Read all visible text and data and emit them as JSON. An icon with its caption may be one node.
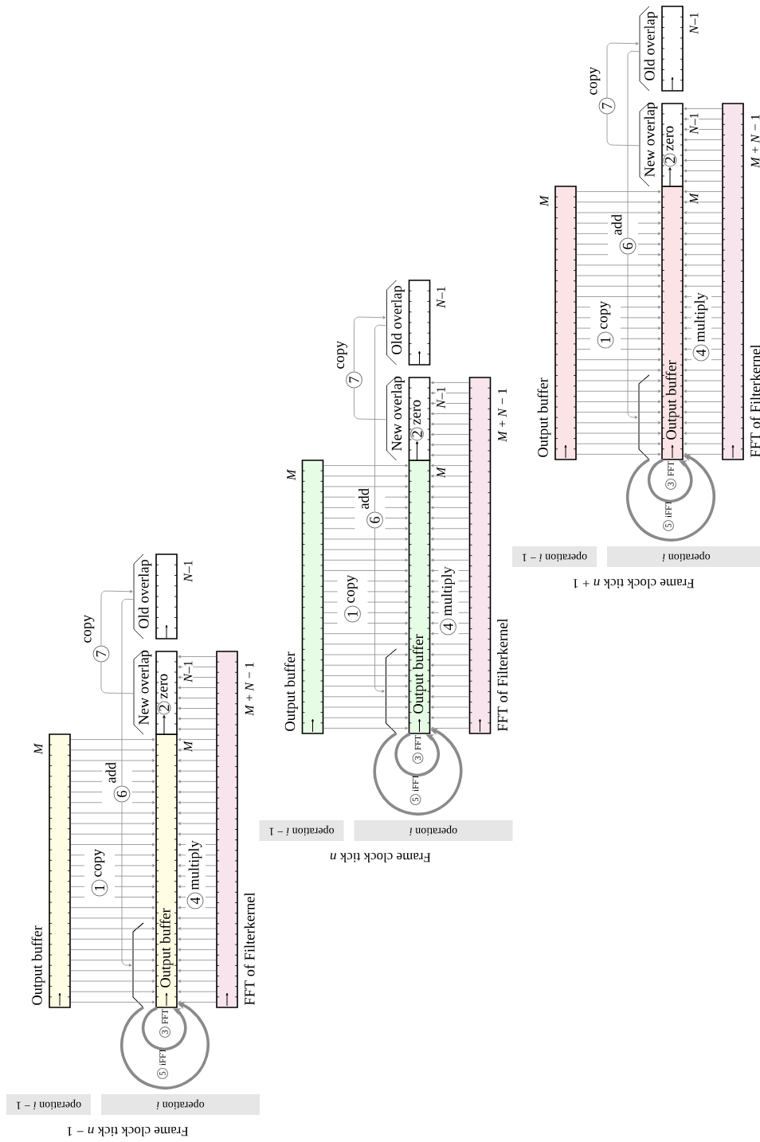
{
  "diagram": {
    "nodes": [
      {
        "text": [
          "Output buffer"
        ],
        "beside": [
          "*M*"
        ]
      },
      {
        "text": [
          "Output buffer"
        ],
        "beside": [
          "*M*"
        ]
      },
      {
        "text": [
          "New overlap"
        ],
        "beside": [
          "*N*–1"
        ]
      },
      {
        "text": [
          "Old overlap"
        ],
        "beside": [
          "*N*–1"
        ]
      },
      {
        "text": [
          "FFT of Filterkernel"
        ],
        "beside": [
          "*M* + *N* − 1"
        ]
      },
      {
        "text": [
          "1"
        ],
        "beside": [
          "copy"
        ]
      },
      {
        "text": [
          "2"
        ],
        "beside": [
          "zero"
        ],
        "in": 2
      },
      {
        "text": [
          "3"
        ],
        "beside": [
          "FFT"
        ]
      },
      {
        "text": [
          "4"
        ],
        "beside": [
          "multiply"
        ]
      },
      {
        "text": [
          "5"
        ],
        "beside": [
          "iFFT"
        ]
      },
      {
        "text": [
          "6"
        ],
        "beside": [
          "add"
        ]
      },
      {
        "text": [
          "7"
        ],
        "beside": [
          "copy"
        ]
      },
      {
        "text": [
          "operation *i* − 1"
        ]
      },
      {
        "text": [
          "operation *i*"
        ]
      },
      {
        "text": [
          "Output buffer"
        ],
        "beside": [
          "*M*"
        ]
      },
      {
        "text": [
          "Output buffer"
        ],
        "beside": [
          "*M*"
        ]
      },
      {
        "text": [
          "New overlap"
        ],
        "beside": [
          "*N*–1"
        ]
      },
      {
        "text": [
          "Old overlap"
        ],
        "beside": [
          "*N*–1"
        ]
      },
      {
        "text": [
          "FFT of Filterkernel"
        ],
        "beside": [
          "*M* + *N* − 1"
        ]
      },
      {
        "text": [
          "1"
        ],
        "beside": [
          "copy"
        ]
      },
      {
        "text": [
          "2"
        ],
        "beside": [
          "zero"
        ],
        "in": 16
      },
      {
        "text": [
          "3"
        ],
        "beside": [
          "FFT"
        ]
      },
      {
        "text": [
          "4"
        ],
        "beside": [
          "multiply"
        ]
      },
      {
        "text": [
          "5"
        ],
        "beside": [
          "iFFT"
        ]
      },
      {
        "text": [
          "6"
        ],
        "beside": [
          "add"
        ]
      },
      {
        "text": [
          "7"
        ],
        "beside": [
          "copy"
        ]
      },
      {
        "text": [
          "operation *i* − 1"
        ]
      },
      {
        "text": [
          "operation *i*"
        ]
      },
      {
        "text": [
          "Output buffer"
        ],
        "beside": [
          "*M*"
        ]
      },
      {
        "text": [
          "Output buffer"
        ],
        "beside": [
          "*M*"
        ]
      },
      {
        "text": [
          "New overlap"
        ],
        "beside": [
          "*N*–1"
        ]
      },
      {
        "text": [
          "Old overlap"
        ],
        "beside": [
          "*N*–1"
        ]
      },
      {
        "text": [
          "FFT of Filterkernel"
        ],
        "beside": [
          "*M* + *N* − 1"
        ]
      },
      {
        "text": [
          "1"
        ],
        "beside": [
          "copy"
        ]
      },
      {
        "text": [
          "2"
        ],
        "beside": [
          "zero"
        ],
        "in": 30
      },
      {
        "text": [
          "3"
        ],
        "beside": [
          "FFT"
        ]
      },
      {
        "text": [
          "4"
        ],
        "beside": [
          "multiply"
        ]
      },
      {
        "text": [
          "5"
        ],
        "beside": [
          "iFFT"
        ]
      },
      {
        "text": [
          "6"
        ],
        "beside": [
          "add"
        ]
      },
      {
        "text": [
          "7"
        ],
        "beside": [
          "copy"
        ]
      },
      {
        "text": [
          "operation *i* − 1"
        ]
      },
      {
        "text": [
          "operation *i*"
        ]
      }
    ],
    "edges": [
      {
        "from": 0,
        "to": 1,
        "arrow": "to"
      },
      {
        "from": 0,
        "to": 1,
        "arrow": "to"
      },
      {
        "from": 0,
        "to": 1,
        "arrow": "to"
      },
      {
        "from": 0,
        "to": 10,
        "arrow": "none"
      },
      {
        "from": 10,
        "to": 1,
        "arrow": "to"
      },
      {
        "from": 0,
        "to": 10,
        "arrow": "none"
      },
      {
        "from": 10,
        "to": 1,
        "arrow": "to"
      },
      {
        "from": 0,
        "to": 10,
        "arrow": "none"
      },
      {
        "from": 10,
        "to": 1,
        "arrow": "to"
      },
      {
        "from": 0,
        "to": 10,
        "arrow": "none"
      },
      {
        "from": 10,
        "to": 1,
        "arrow": "to"
      },
      {
        "from": 0,
        "to": 1,
        "arrow": "to"
      },
      {
        "from": 0,
        "to": 1,
        "arrow": "to"
      },
      {
        "from": 0,
        "to": 1,
        "arrow": "to"
      },
      {
        "from": 0,
        "to": 1,
        "arrow": "to"
      },
      {
        "from": 0,
        "to": 5,
        "arrow": "none"
      },
      {
        "from": 5,
        "to": 1,
        "arrow": "to"
      },
      {
        "from": 0,
        "to": 5,
        "arrow": "none"
      },
      {
        "from": 5,
        "to": 1,
        "arrow": "to"
      },
      {
        "from": 0,
        "to": 5,
        "arrow": "none"
      },
      {
        "from": 5,
        "to": 1,
        "arrow": "to"
      },
      {
        "from": 0,
        "to": 5,
        "arrow": "none"
      },
      {
        "from": 5,
        "to": 1,
        "arrow": "to"
      },
      {
        "from": 0,
        "to": 5,
        "arrow": "none"
      },
      {
        "from": 5,
        "to": 1,
        "arrow": "to"
      },
      {
        "from": 0,
        "to": 1,
        "arrow": "to"
      },
      {
        "from": 0,
        "to": 1,
        "arrow": "to"
      },
      {
        "from": 0,
        "to": 1,
        "arrow": "to"
      },
      {
        "from": 0,
        "to": 1,
        "arrow": "to"
      },
      {
        "from": 0,
        "to": 1,
        "arrow": "to"
      },
      {
        "from": 0,
        "to": 1,
        "arrow": "to"
      },
      {
        "from": 0,
        "to": 1,
        "arrow": "to"
      },
      {
        "from": 0,
        "to": 1,
        "arrow": "to"
      },
      {
        "from": 0,
        "to": 1,
        "arrow": "to"
      },
      {
        "from": 0,
        "to": 1,
        "arrow": "to"
      },
      {
        "from": 4,
        "to": 2,
        "arrow": "to"
      },
      {
        "from": 4,
        "to": 2,
        "arrow": "to"
      },
      {
        "from": 4,
        "to": 2,
        "arrow": "to"
      },
      {
        "from": 4,
        "to": 2,
        "arrow": "to"
      },
      {
        "from": 4,
        "to": 2,
        "arrow": "to"
      },
      {
        "from": 4,
        "to": 2,
        "arrow": "to"
      },
      {
        "from": 4,
        "to": 2,
        "arrow": "to"
      },
      {
        "from": 4,
        "to": 2,
        "arrow": "to"
      },
      {
        "from": 4,
        "to": 1,
        "arrow": "to"
      },
      {
        "from": 4,
        "to": 1,
        "arrow": "to"
      },
      {
        "from": 4,
        "to": 1,
        "arrow": "to"
      },
      {
        "from": 4,
        "to": 1,
        "arrow": "to"
      },
      {
        "from": 4,
        "to": 1,
        "arrow": "to"
      },
      {
        "from": 4,
        "to": 1,
        "arrow": "to"
      },
      {
        "from": 4,
        "to": 1,
        "arrow": "to"
      },
      {
        "from": 4,
        "to": 1,
        "arrow": "to"
      },
      {
        "from": 4,
        "to": 1,
        "arrow": "to"
      },
      {
        "from": 4,
        "to": 1,
        "arrow": "to"
      },
      {
        "from": 4,
        "to": 8,
        "arrow": "none"
      },
      {
        "from": 8,
        "to": 1,
        "arrow": "to"
      },
      {
        "from": 4,
        "to": 8,
        "arrow": "none"
      },
      {
        "from": 8,
        "to": 1,
        "arrow": "to"
      },
      {
        "from": 4,
        "to": 8,
        "arrow": "none"
      },
      {
        "from": 8,
        "to": 1,
        "arrow": "to"
      },
      {
        "from": 4,
        "to": 8,
        "arrow": "none"
      },
      {
        "from": 8,
        "to": 1,
        "arrow": "to"
      },
      {
        "from": 4,
        "to": 8,
        "arrow": "none"
      },
      {
        "from": 8,
        "to": 1,
        "arrow": "to"
      },
      {
        "from": 4,
        "to": 8,
        "arrow": "none"
      },
      {
        "from": 8,
        "to": 1,
        "arrow": "to"
      },
      {
        "from": 4,
        "to": 8,
        "arrow": "none"
      },
      {
        "from": 8,
        "to": 1,
        "arrow": "to"
      },
      {
        "from": 4,
        "to": 1,
        "arrow": "to"
      },
      {
        "from": 4,
        "to": 1,
        "arrow": "to"
      },
      {
        "from": 4,
        "to": 1,
        "arrow": "to"
      },
      {
        "from": 4,
        "to": 1,
        "arrow": "to"
      },
      {
        "from": 4,
        "to": 1,
        "arrow": "to"
      },
      {
        "from": 4,
        "to": 1,
        "arrow": "to"
      },
      {
        "from": 4,
        "to": 1,
        "arrow": "to"
      },
      {
        "from": 4,
        "to": 1,
        "arrow": "to"
      },
      {
        "from": 4,
        "to": 1,
        "arrow": "to"
      },
      {
        "from": 2,
        "to": 11,
        "arrow": "none"
      },
      {
        "from": 11,
        "to": 3,
        "arrow": "to"
      },
      {
        "from": 3,
        "to": 10,
        "arrow": "none"
      },
      {
        "from": 10,
        "to": null,
        "arrow": "to"
      },
      {
        "from": 1,
        "to": 1,
        "arrow": "to",
        "style": "thick"
      },
      {
        "from": null,
        "to": 1,
        "arrow": "to",
        "style": "thick"
      },
      {
        "from": 2,
        "to": 6,
        "arrow": "to",
        "color": "#000000"
      },
      {
        "from": 14,
        "to": 15,
        "arrow": "to"
      },
      {
        "from": 14,
        "to": 15,
        "arrow": "to"
      },
      {
        "from": 14,
        "to": 15,
        "arrow": "to"
      },
      {
        "from": 14,
        "to": 24,
        "arrow": "none"
      },
      {
        "from": 24,
        "to": 15,
        "arrow": "to"
      },
      {
        "from": 14,
        "to": 24,
        "arrow": "none"
      },
      {
        "from": 24,
        "to": 15,
        "arrow": "to"
      },
      {
        "from": 14,
        "to": 24,
        "arrow": "none"
      },
      {
        "from": 24,
        "to": 15,
        "arrow": "to"
      },
      {
        "from": 14,
        "to": 24,
        "arrow": "none"
      },
      {
        "from": 24,
        "to": 15,
        "arrow": "to"
      },
      {
        "from": 14,
        "to": 15,
        "arrow": "to"
      },
      {
        "from": 14,
        "to": 15,
        "arrow": "to"
      },
      {
        "from": 14,
        "to": 15,
        "arrow": "to"
      },
      {
        "from": 14,
        "to": 15,
        "arrow": "to"
      },
      {
        "from": 14,
        "to": 19,
        "arrow": "none"
      },
      {
        "from": 19,
        "to": 15,
        "arrow": "to"
      },
      {
        "from": 14,
        "to": 19,
        "arrow": "none"
      },
      {
        "from": 19,
        "to": 15,
        "arrow": "to"
      },
      {
        "from": 14,
        "to": 19,
        "arrow": "none"
      },
      {
        "from": 19,
        "to": 15,
        "arrow": "to"
      },
      {
        "from": 14,
        "to": 19,
        "arrow": "none"
      },
      {
        "from": 19,
        "to": 15,
        "arrow": "to"
      },
      {
        "from": 14,
        "to": 19,
        "arrow": "none"
      },
      {
        "from": 19,
        "to": 15,
        "arrow": "to"
      },
      {
        "from": 14,
        "to": 15,
        "arrow": "to"
      },
      {
        "from": 14,
        "to": 15,
        "arrow": "to"
      },
      {
        "from": 14,
        "to": 15,
        "arrow": "to"
      },
      {
        "from": 14,
        "to": 15,
        "arrow": "to"
      },
      {
        "from": 14,
        "to": 15,
        "arrow": "to"
      },
      {
        "from": 14,
        "to": 15,
        "arrow": "to"
      },
      {
        "from": 14,
        "to": 15,
        "arrow": "to"
      },
      {
        "from": 14,
        "to": 15,
        "arrow": "to"
      },
      {
        "from": 14,
        "to": 15,
        "arrow": "to"
      },
      {
        "from": 14,
        "to": 15,
        "arrow": "to"
      },
      {
        "from": 18,
        "to": 16,
        "arrow": "to"
      },
      {
        "from": 18,
        "to": 16,
        "arrow": "to"
      },
      {
        "from": 18,
        "to": 16,
        "arrow": "to"
      },
      {
        "from": 18,
        "to": 16,
        "arrow": "to"
      },
      {
        "from": 18,
        "to": 16,
        "arrow": "to"
      },
      {
        "from": 18,
        "to": 16,
        "arrow": "to"
      },
      {
        "from": 18,
        "to": 16,
        "arrow": "to"
      },
      {
        "from": 18,
        "to": 16,
        "arrow": "to"
      },
      {
        "from": 18,
        "to": 15,
        "arrow": "to"
      },
      {
        "from": 18,
        "to": 15,
        "arrow": "to"
      },
      {
        "from": 18,
        "to": 15,
        "arrow": "to"
      },
      {
        "from": 18,
        "to": 15,
        "arrow": "to"
      },
      {
        "from": 18,
        "to": 15,
        "arrow": "to"
      },
      {
        "from": 18,
        "to": 15,
        "arrow": "to"
      },
      {
        "from": 18,
        "to": 15,
        "arrow": "to"
      },
      {
        "from": 18,
        "to": 15,
        "arrow": "to"
      },
      {
        "from": 18,
        "to": 15,
        "arrow": "to"
      },
      {
        "from": 18,
        "to": 15,
        "arrow": "to"
      },
      {
        "from": 18,
        "to": 22,
        "arrow": "none"
      },
      {
        "from": 22,
        "to": 15,
        "arrow": "to"
      },
      {
        "from": 18,
        "to": 22,
        "arrow": "none"
      },
      {
        "from": 22,
        "to": 15,
        "arrow": "to"
      },
      {
        "from": 18,
        "to": 22,
        "arrow": "none"
      },
      {
        "from": 22,
        "to": 15,
        "arrow": "to"
      },
      {
        "from": 18,
        "to": 22,
        "arrow": "none"
      },
      {
        "from": 22,
        "to": 15,
        "arrow": "to"
      },
      {
        "from": 18,
        "to": 22,
        "arrow": "none"
      },
      {
        "from": 22,
        "to": 15,
        "arrow": "to"
      },
      {
        "from": 18,
        "to": 22,
        "arrow": "none"
      },
      {
        "from": 22,
        "to": 15,
        "arrow": "to"
      },
      {
        "from": 18,
        "to": 22,
        "arrow": "none"
      },
      {
        "from": 22,
        "to": 15,
        "arrow": "to"
      },
      {
        "from": 18,
        "to": 15,
        "arrow": "to"
      },
      {
        "from": 18,
        "to": 15,
        "arrow": "to"
      },
      {
        "from": 18,
        "to": 15,
        "arrow": "to"
      },
      {
        "from": 18,
        "to": 15,
        "arrow": "to"
      },
      {
        "from": 18,
        "to": 15,
        "arrow": "to"
      },
      {
        "from": 18,
        "to": 15,
        "arrow": "to"
      },
      {
        "from": 18,
        "to": 15,
        "arrow": "to"
      },
      {
        "from": 18,
        "to": 15,
        "arrow": "to"
      },
      {
        "from": 18,
        "to": 15,
        "arrow": "to"
      },
      {
        "from": 16,
        "to": 25,
        "arrow": "none"
      },
      {
        "from": 25,
        "to": 17,
        "arrow": "to"
      },
      {
        "from": 17,
        "to": 24,
        "arrow": "none"
      },
      {
        "from": 24,
        "to": null,
        "arrow": "to"
      },
      {
        "from": 15,
        "to": 15,
        "arrow": "to",
        "style": "thick"
      },
      {
        "from": null,
        "to": 15,
        "arrow": "to",
        "style": "thick"
      },
      {
        "from": 16,
        "to": 20,
        "arrow": "to",
        "color": "#000000"
      },
      {
        "from": 28,
        "to": 29,
        "arrow": "to"
      },
      {
        "from": 28,
        "to": 29,
        "arrow": "to"
      },
      {
        "from": 28,
        "to": 29,
        "arrow": "to"
      },
      {
        "from": 28,
        "to": 38,
        "arrow": "none"
      },
      {
        "from": 38,
        "to": 29,
        "arrow": "to"
      },
      {
        "from": 28,
        "to": 38,
        "arrow": "none"
      },
      {
        "from": 38,
        "to": 29,
        "arrow": "to"
      },
      {
        "from": 28,
        "to": 38,
        "arrow": "none"
      },
      {
        "from": 38,
        "to": 29,
        "arrow": "to"
      },
      {
        "from": 28,
        "to": 38,
        "arrow": "none"
      },
      {
        "from": 38,
        "to": 29,
        "arrow": "to"
      },
      {
        "from": 28,
        "to": 29,
        "arrow": "to"
      },
      {
        "from": 28,
        "to": 29,
        "arrow": "to"
      },
      {
        "from": 28,
        "to": 29,
        "arrow": "to"
      },
      {
        "from": 28,
        "to": 29,
        "arrow": "to"
      },
      {
        "from": 28,
        "to": 33,
        "arrow": "none"
      },
      {
        "from": 33,
        "to": 29,
        "arrow": "to"
      },
      {
        "from": 28,
        "to": 33,
        "arrow": "none"
      },
      {
        "from": 33,
        "to": 29,
        "arrow": "to"
      },
      {
        "from": 28,
        "to": 33,
        "arrow": "none"
      },
      {
        "from": 33,
        "to": 29,
        "arrow": "to"
      },
      {
        "from": 28,
        "to": 33,
        "arrow": "none"
      },
      {
        "from": 33,
        "to": 29,
        "arrow": "to"
      },
      {
        "from": 28,
        "to": 33,
        "arrow": "none"
      },
      {
        "from": 33,
        "to": 29,
        "arrow": "to"
      },
      {
        "from": 28,
        "to": 29,
        "arrow": "to"
      },
      {
        "from": 28,
        "to": 29,
        "arrow": "to"
      },
      {
        "from": 28,
        "to": 29,
        "arrow": "to"
      },
      {
        "from": 28,
        "to": 29,
        "arrow": "to"
      },
      {
        "from": 28,
        "to": 29,
        "arrow": "to"
      },
      {
        "from": 28,
        "to": 29,
        "arrow": "to"
      },
      {
        "from": 28,
        "to": 29,
        "arrow": "to"
      },
      {
        "from": 28,
        "to": 29,
        "arrow": "to"
      },
      {
        "from": 28,
        "to": 29,
        "arrow": "to"
      },
      {
        "from": 28,
        "to": 29,
        "arrow": "to"
      },
      {
        "from": 32,
        "to": 30,
        "arrow": "to"
      },
      {
        "from": 32,
        "to": 30,
        "arrow": "to"
      },
      {
        "from": 32,
        "to": 30,
        "arrow": "to"
      },
      {
        "from": 32,
        "to": 30,
        "arrow": "to"
      },
      {
        "from": 32,
        "to": 30,
        "arrow": "to"
      },
      {
        "from": 32,
        "to": 30,
        "arrow": "to"
      },
      {
        "from": 32,
        "to": 30,
        "arrow": "to"
      },
      {
        "from": 32,
        "to": 30,
        "arrow": "to"
      },
      {
        "from": 32,
        "to": 29,
        "arrow": "to"
      },
      {
        "from": 32,
        "to": 29,
        "arrow": "to"
      },
      {
        "from": 32,
        "to": 29,
        "arrow": "to"
      },
      {
        "from": 32,
        "to": 29,
        "arrow": "to"
      },
      {
        "from": 32,
        "to": 29,
        "arrow": "to"
      },
      {
        "from": 32,
        "to": 29,
        "arrow": "to"
      },
      {
        "from": 32,
        "to": 29,
        "arrow": "to"
      },
      {
        "from": 32,
        "to": 29,
        "arrow": "to"
      },
      {
        "from": 32,
        "to": 29,
        "arrow": "to"
      },
      {
        "from": 32,
        "to": 29,
        "arrow": "to"
      },
      {
        "from": 32,
        "to": 36,
        "arrow": "none"
      },
      {
        "from": 36,
        "to": 29,
        "arrow": "to"
      },
      {
        "from": 32,
        "to": 36,
        "arrow": "none"
      },
      {
        "from": 36,
        "to": 29,
        "arrow": "to"
      },
      {
        "from": 32,
        "to": 36,
        "arrow": "none"
      },
      {
        "from": 36,
        "to": 29,
        "arrow": "to"
      },
      {
        "from": 32,
        "to": 36,
        "arrow": "none"
      },
      {
        "from": 36,
        "to": 29,
        "arrow": "to"
      },
      {
        "from": 32,
        "to": 36,
        "arrow": "none"
      },
      {
        "from": 36,
        "to": 29,
        "arrow": "to"
      },
      {
        "from": 32,
        "to": 36,
        "arrow": "none"
      },
      {
        "from": 36,
        "to": 29,
        "arrow": "to"
      },
      {
        "from": 32,
        "to": 36,
        "arrow": "none"
      },
      {
        "from": 36,
        "to": 29,
        "arrow": "to"
      },
      {
        "from": 32,
        "to": 29,
        "arrow": "to"
      },
      {
        "from": 32,
        "to": 29,
        "arrow": "to"
      },
      {
        "from": 32,
        "to": 29,
        "arrow": "to"
      },
      {
        "from": 32,
        "to": 29,
        "arrow": "to"
      },
      {
        "from": 32,
        "to": 29,
        "arrow": "to"
      },
      {
        "from": 32,
        "to": 29,
        "arrow": "to"
      },
      {
        "from": 32,
        "to": 29,
        "arrow": "to"
      },
      {
        "from": 32,
        "to": 29,
        "arrow": "to"
      },
      {
        "from": 32,
        "to": 29,
        "arrow": "to"
      },
      {
        "from": 30,
        "to": 39,
        "arrow": "none"
      },
      {
        "from": 39,
        "to": 31,
        "arrow": "to"
      },
      {
        "from": 31,
        "to": 38,
        "arrow": "none"
      },
      {
        "from": 38,
        "to": null,
        "arrow": "to"
      },
      {
        "from": 29,
        "to": 29,
        "arrow": "to",
        "style": "thick"
      },
      {
        "from": null,
        "to": 29,
        "arrow": "to",
        "style": "thick"
      },
      {
        "from": 30,
        "to": 34,
        "arrow": "to",
        "color": "#000000"
      }
    ],
    "labels": [
      "Frame clock tick *n* − 1",
      "Frame clock tick *n*",
      "Frame clock tick *n* + 1"
    ]
  }
}
